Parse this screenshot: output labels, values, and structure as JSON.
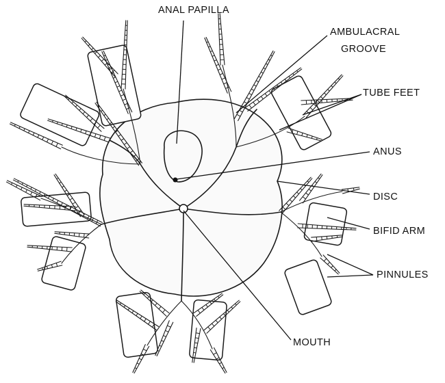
{
  "labels": {
    "anal_papilla": "ANAL PAPILLA",
    "ambulacral_groove_line1": "AMBULACRAL",
    "ambulacral_groove_line2": "GROOVE",
    "tube_feet": "TUBE FEET",
    "anus": "ANUS",
    "disc": "DISC",
    "bifid_arm": "BIFID ARM",
    "pinnules": "PINNULES",
    "mouth": "MOUTH"
  }
}
